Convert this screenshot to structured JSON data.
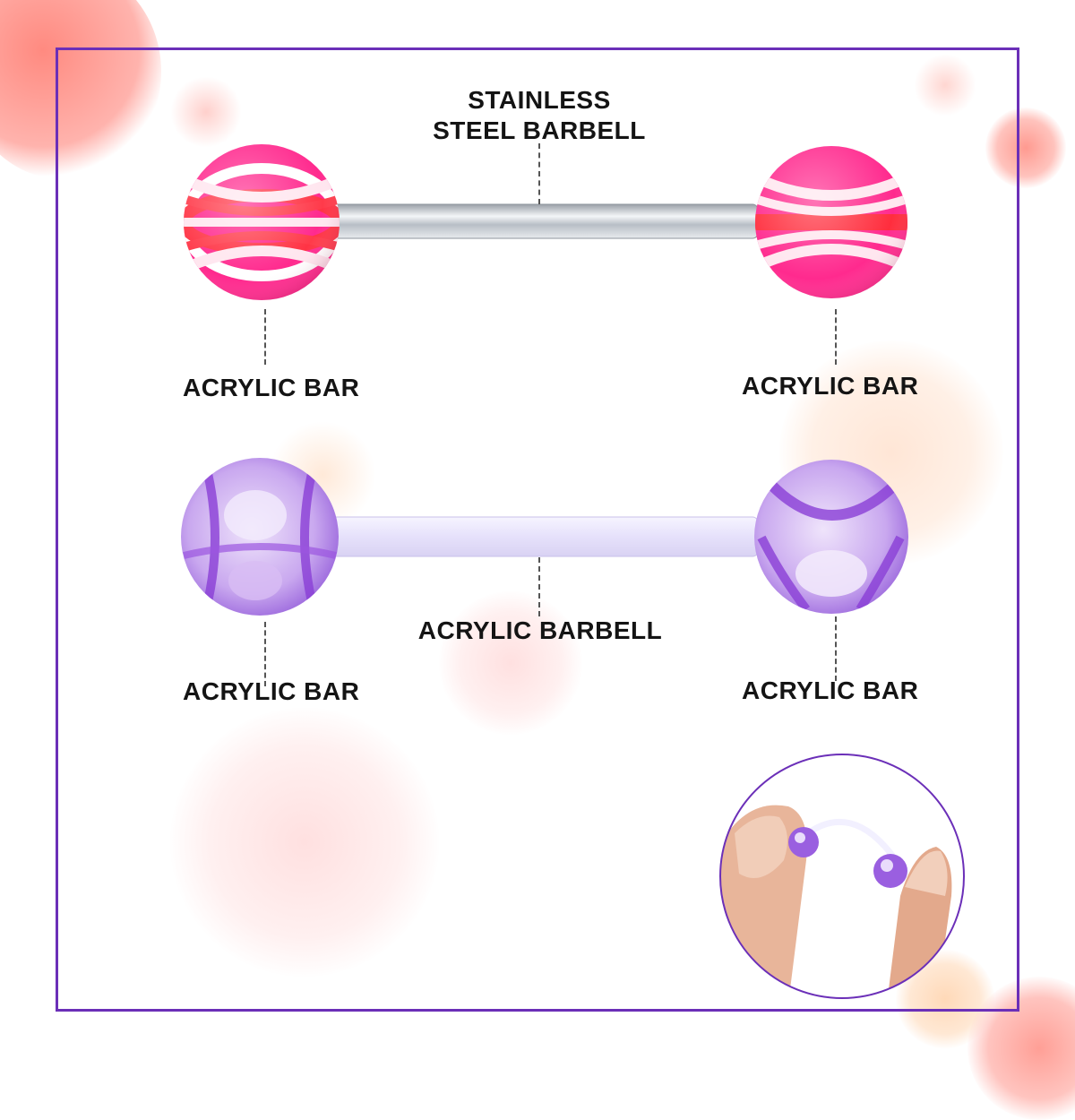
{
  "labels": {
    "top_center_line1": "STAINLESS",
    "top_center_line2": "STEEL BARBELL",
    "top_left": "ACRYLIC BAR",
    "top_right": "ACRYLIC BAR",
    "bottom_center": "ACRYLIC BARBELL",
    "bottom_left": "ACRYLIC BAR",
    "bottom_right": "ACRYLIC BAR"
  },
  "colors": {
    "frame": "#6b2fb8",
    "pink_ball": "#ff1f8f",
    "red_stripe": "#ff2d3d",
    "purple_ball": "#8a3fd6",
    "bar_white": "#eeeaff",
    "steel": "#c8ccd2"
  }
}
